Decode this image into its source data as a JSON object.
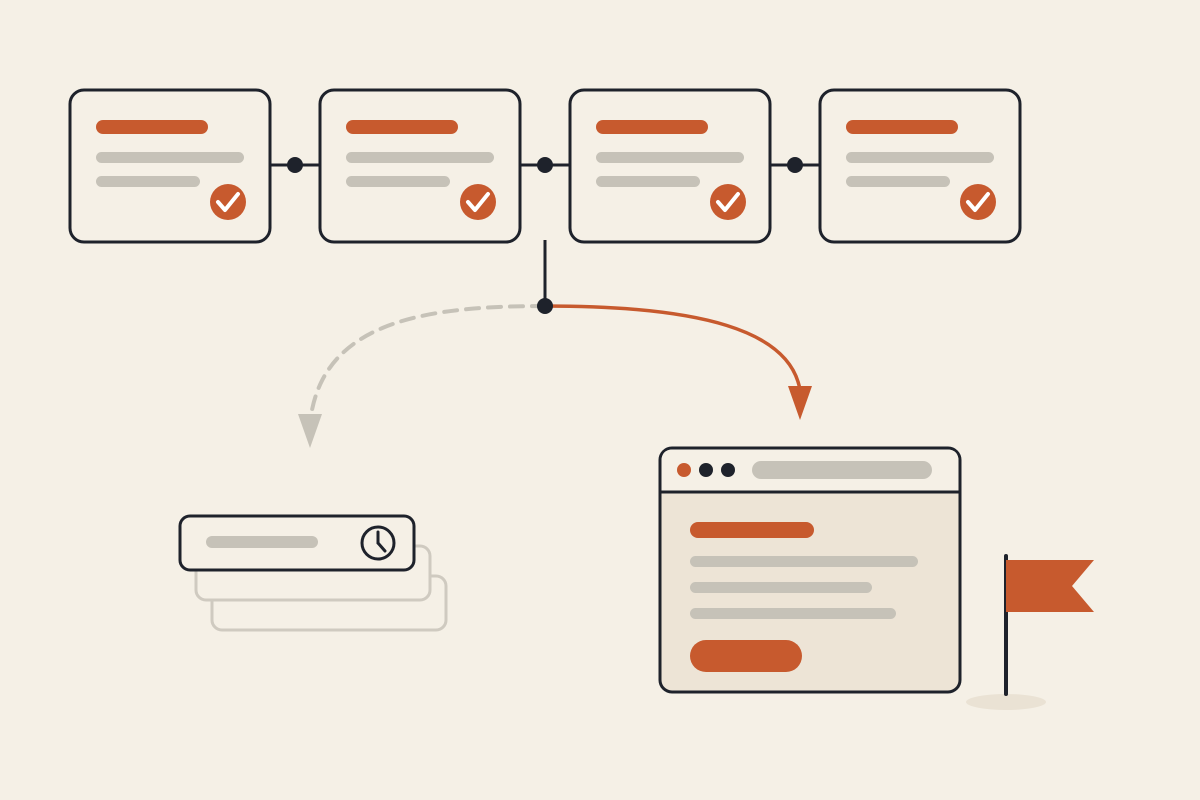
{
  "colors": {
    "background": "#F5F0E6",
    "ink": "#1E222B",
    "accent": "#C75A2E",
    "muted": "#C6C2B8",
    "faint": "#CFCAC0",
    "panel_fill": "#EDE4D6",
    "shadow": "#EAE2D4",
    "white": "#FFFFFF"
  },
  "pipeline": {
    "steps": [
      {
        "id": "step-1",
        "status": "complete",
        "icon": "check-icon"
      },
      {
        "id": "step-2",
        "status": "complete",
        "icon": "check-icon"
      },
      {
        "id": "step-3",
        "status": "complete",
        "icon": "check-icon"
      },
      {
        "id": "step-4",
        "status": "complete",
        "icon": "check-icon"
      }
    ],
    "connector_icon": "connector-dot"
  },
  "branches": {
    "queued": {
      "icon": "clock-icon",
      "style": "dashed",
      "stack_count": 3
    },
    "delivered": {
      "icon": "browser-window",
      "style": "solid"
    }
  },
  "goal": {
    "icon": "flag-icon"
  }
}
